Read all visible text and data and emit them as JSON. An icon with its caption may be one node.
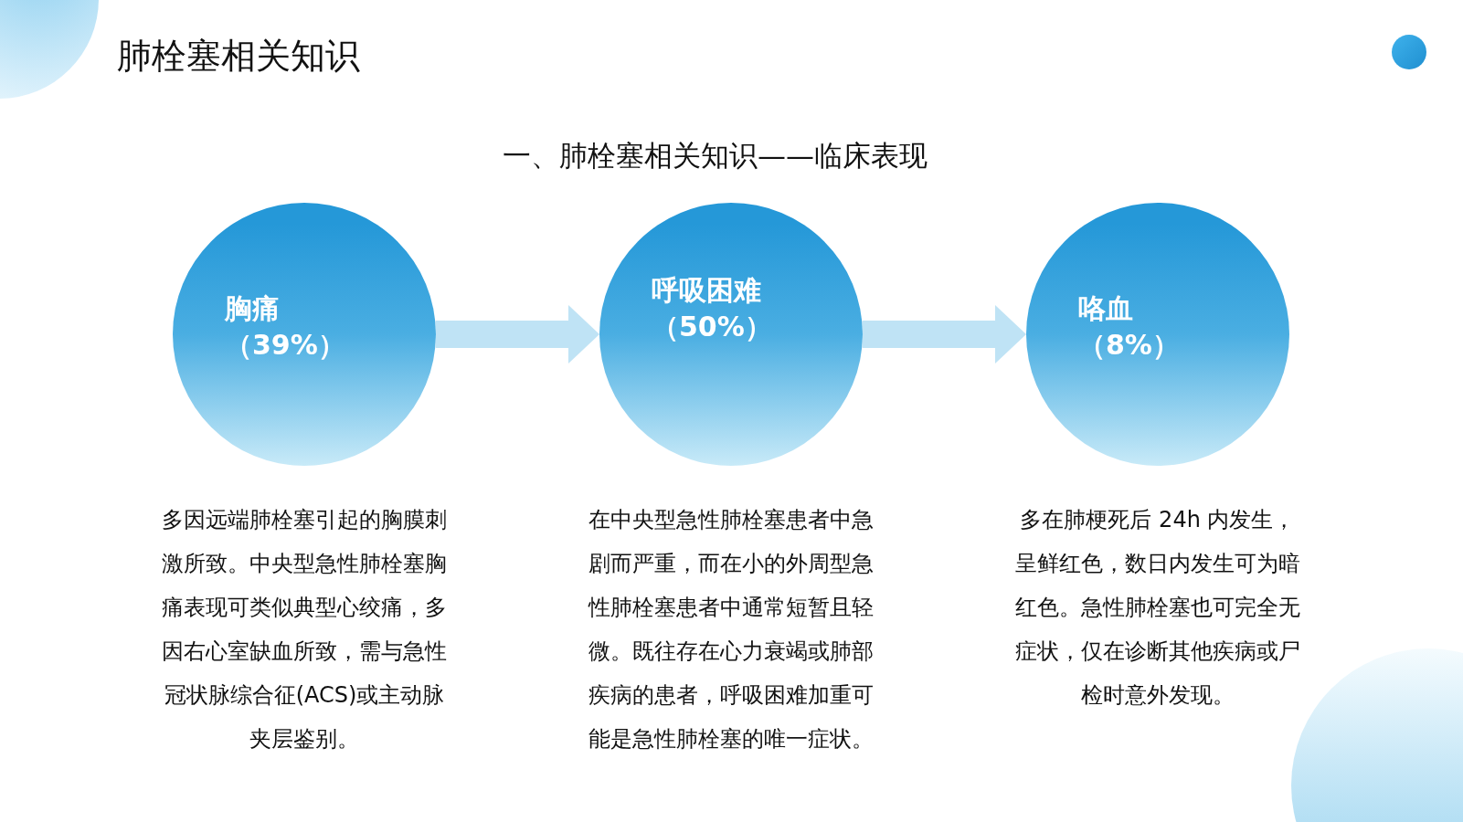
{
  "diagram": {
    "title": "肺栓塞相关知识",
    "nodes": [
      {
        "text": [
          "胸痛",
          "（39%）"
        ],
        "beside": [
          "多因远端肺栓塞引起的胸膜刺激所致。中央型急性肺栓塞胸痛表现可类似典型心绞痛，多因右心室缺血所致，需与急性冠状脉综合征(ACS)或主动脉夹层鉴别。"
        ]
      },
      {
        "text": [
          "呼吸困难",
          "（50%）"
        ],
        "beside": [
          "在中央型急性肺栓塞患者中急剧而严重，而在小的外周型急性肺栓塞患者中通常短暂且轻微。既往存在心力衰竭或肺部疾病的患者，呼吸困难加重可能是急性肺栓塞的唯一症状。"
        ]
      },
      {
        "text": [
          "咯血",
          "（8%）"
        ],
        "beside": [
          "多在肺梗死后 24h 内发生，呈鲜红色，数日内发生可为暗红色。急性肺栓塞也可完全无症状，仅在诊断其他疾病或尸检时意外发现。"
        ]
      }
    ],
    "edges": [
      {
        "from": 0,
        "to": 1,
        "arrow": "to"
      },
      {
        "from": 1,
        "to": 2,
        "arrow": "to"
      }
    ],
    "labels": [
      "一、肺栓塞相关知识——临床表现"
    ]
  }
}
